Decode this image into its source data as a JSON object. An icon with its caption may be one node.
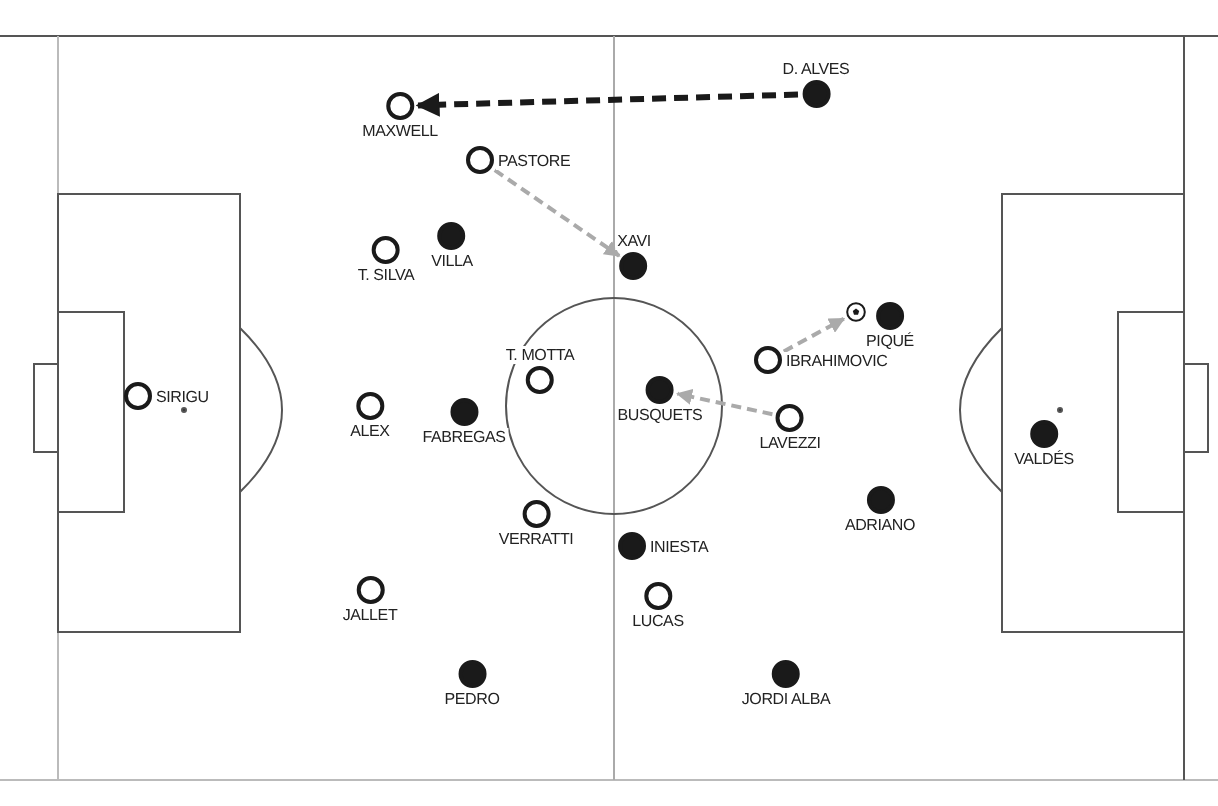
{
  "diagram": {
    "nodes": [
      {
        "text": [
          "D. ALVES"
        ]
      },
      {
        "text": [
          "MAXWELL"
        ]
      },
      {
        "text": [
          "PASTORE"
        ]
      },
      {
        "text": [
          "XAVI"
        ]
      },
      {
        "text": [
          "T. SILVA"
        ]
      },
      {
        "text": [
          "VILLA"
        ]
      },
      {
        "text": [],
        "shape": "ball"
      },
      {
        "text": [
          "PIQUÉ"
        ]
      },
      {
        "text": [
          "IBRAHIMOVIC"
        ]
      },
      {
        "text": [
          "T. MOTTA"
        ]
      },
      {
        "text": [
          "BUSQUETS"
        ]
      },
      {
        "text": [
          "SIRIGU"
        ]
      },
      {
        "text": [
          "LAVEZZI"
        ]
      },
      {
        "text": [
          "ALEX"
        ]
      },
      {
        "text": [
          "FABREGAS"
        ]
      },
      {
        "text": [
          "VALDÉS"
        ]
      },
      {
        "text": [
          "ADRIANO"
        ]
      },
      {
        "text": [
          "VERRATTI"
        ]
      },
      {
        "text": [
          "INIESTA"
        ]
      },
      {
        "text": [
          "LUCAS"
        ]
      },
      {
        "text": [
          "JALLET"
        ]
      },
      {
        "text": [
          "PEDRO"
        ]
      },
      {
        "text": [
          "JORDI ALBA"
        ]
      }
    ],
    "edges": [
      {
        "from": 0,
        "to": 1,
        "arrow": "to",
        "style": "dashed",
        "color": "#1a1a1a"
      },
      {
        "from": 2,
        "to": 3,
        "arrow": "to",
        "style": "dashed"
      },
      {
        "from": 8,
        "to": 6,
        "arrow": "to",
        "style": "dashed"
      },
      {
        "from": 12,
        "to": 10,
        "arrow": "to",
        "style": "dashed"
      }
    ]
  }
}
